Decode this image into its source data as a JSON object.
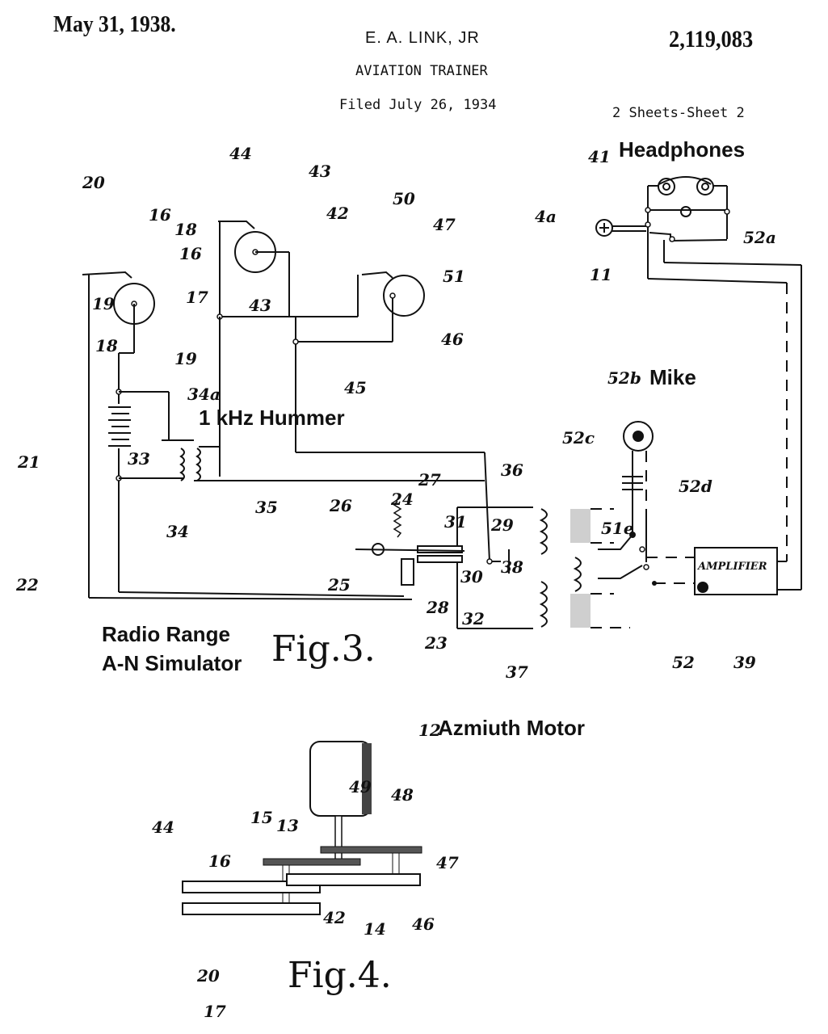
{
  "header": {
    "date": "May 31, 1938.",
    "inventor": "E. A. LINK, JR",
    "patent_number": "2,119,083",
    "title": "AVIATION TRAINER",
    "filed": "Filed July 26, 1934",
    "sheets": "2 Sheets-Sheet 2"
  },
  "annotations": {
    "headphones": "Headphones",
    "hummer": "1 kHz Hummer",
    "mike": "Mike",
    "radio_range_line1": "Radio Range",
    "radio_range_line2": "A-N Simulator",
    "azimuth_motor": "Azmiuth Motor",
    "amplifier": "AMPLIFIER"
  },
  "figures": {
    "fig3": "Fig.3.",
    "fig4": "Fig.4."
  },
  "fig3_refs": [
    "20",
    "16",
    "18",
    "19",
    "17",
    "18",
    "19",
    "44",
    "43",
    "42",
    "16",
    "43",
    "50",
    "47",
    "51",
    "46",
    "45",
    "41",
    "4a",
    "52a",
    "11",
    "21",
    "34a",
    "33",
    "34",
    "35",
    "26",
    "24",
    "27",
    "31",
    "29",
    "36",
    "25",
    "23",
    "28",
    "32",
    "30",
    "38",
    "37",
    "52b",
    "52c",
    "52d",
    "51e",
    "52",
    "39",
    "22"
  ],
  "fig4_refs": [
    "12",
    "13",
    "15",
    "49",
    "48",
    "44",
    "16",
    "47",
    "42",
    "14",
    "46",
    "20",
    "17"
  ]
}
